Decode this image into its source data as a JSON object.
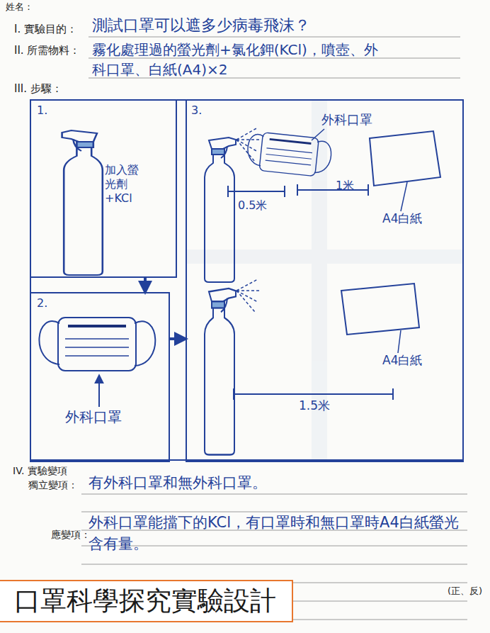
{
  "diagram": {
    "caption": "口罩科學探究實驗設計",
    "nodes": [
      {
        "text": [
          "III. 步驟："
        ]
      },
      {
        "text": [
          "1.",
          "加入螢光劑+KCl"
        ],
        "in": 0
      },
      {
        "text": [
          "2.",
          "外科口罩"
        ],
        "in": 0
      },
      {
        "text": [
          "3.",
          "外科口罩",
          "0.5米",
          "1米",
          "A4白紙",
          "A4白紙",
          "1.5米"
        ],
        "in": 0
      }
    ],
    "edges": [
      {
        "from": 1,
        "to": 2,
        "arrow": "to"
      },
      {
        "from": 2,
        "to": 3,
        "arrow": "to"
      }
    ],
    "labels": [
      "姓名：",
      "I. 實驗目的：",
      "測試口罩可以遮多少病毒飛沫？",
      "II. 所需物料：",
      "霧化處理過的螢光劑+氯化鉀(KCl)，噴壺、外科口罩、白紙(A4)×2",
      "IV. 實驗變項",
      "獨立變項：",
      "有外科口罩和無外科口罩。",
      "應變項：",
      "外科口罩能擋下的KCl，有口罩時和無口罩時A4白紙螢光含有量。",
      "(正、反)"
    ]
  }
}
